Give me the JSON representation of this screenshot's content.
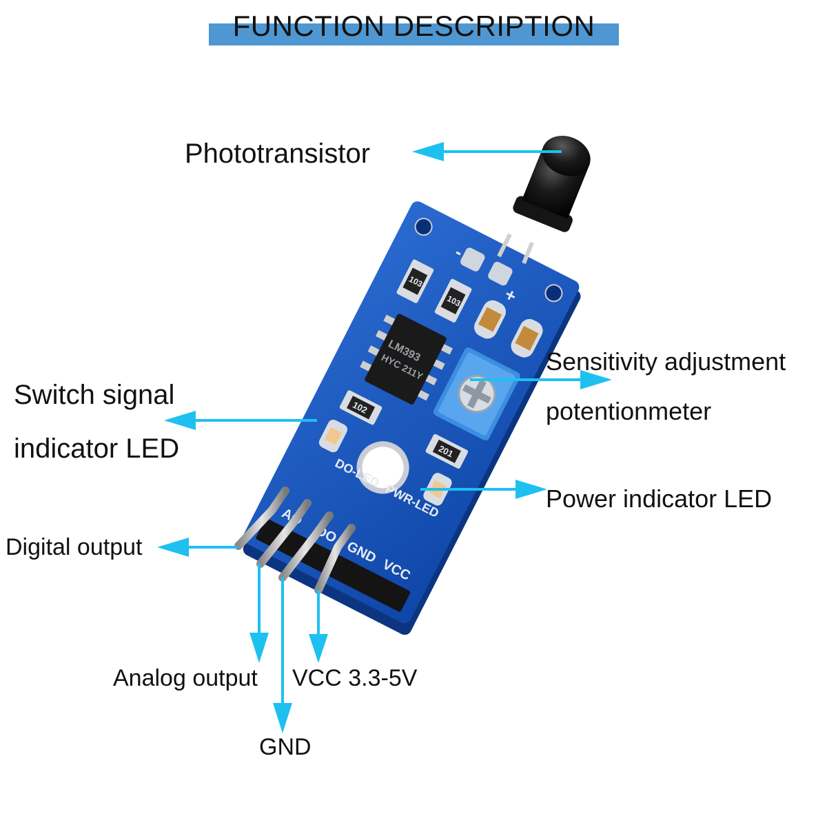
{
  "title": "FUNCTION DESCRIPTION",
  "colors": {
    "accent_bar": "#4f97d2",
    "arrow": "#1ec0f0",
    "pcb": "#1553b8",
    "pot": "#3c8ee0"
  },
  "labels": {
    "phototransistor": "Phototransistor",
    "sensitivity_line1": "Sensitivity adjustment",
    "sensitivity_line2": "potentionmeter",
    "switch_line1": "Switch signal",
    "switch_line2": "indicator LED",
    "power_led": "Power indicator LED",
    "digital_output": "Digital output",
    "analog_output": "Analog output",
    "vcc": "VCC 3.3-5V",
    "gnd": "GND"
  },
  "silkscreen": {
    "pins": [
      "AO",
      "DO",
      "GND",
      "VCC"
    ],
    "do_led": "DO-LED",
    "pwr_led": "PWR-LED",
    "minus": "-",
    "plus": "+",
    "chip": "LM393",
    "chip_code": "HYC 211Y",
    "r1": "103",
    "r2": "103",
    "r3": "102",
    "r4": "201"
  }
}
